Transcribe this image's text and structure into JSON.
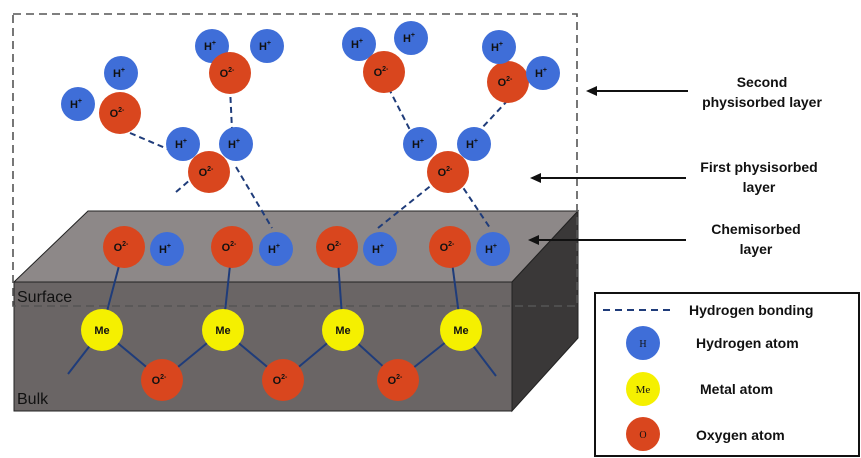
{
  "labels": {
    "second_layer_line1": "Second",
    "second_layer_line2": "physisorbed  layer",
    "first_layer_line1": "First physisorbed",
    "first_layer_line2": "layer",
    "chemisorbed_line1": "Chemisorbed",
    "chemisorbed_line2": "layer",
    "surface": "Surface",
    "bulk": "Bulk"
  },
  "atom_symbols": {
    "hydrogen_ion": "H",
    "plus": "+",
    "oxygen_ion": "O",
    "two_minus": "2-",
    "metal": "Me"
  },
  "legend": {
    "hydrogen_bonding": "Hydrogen bonding",
    "hydrogen_atom": "Hydrogen atom",
    "hydrogen_symbol": "H",
    "metal_atom": "Metal atom",
    "metal_symbol": "Me",
    "oxygen_atom": "Oxygen atom",
    "oxygen_symbol": "O"
  },
  "colors": {
    "oxygen": "#d9461e",
    "hydrogen": "#3f6ed8",
    "metal": "#f5f000",
    "slab_front": "#6a6565",
    "slab_top": "#8d8888",
    "slab_side": "#3a3838",
    "hbond": "#1f3c7a"
  }
}
